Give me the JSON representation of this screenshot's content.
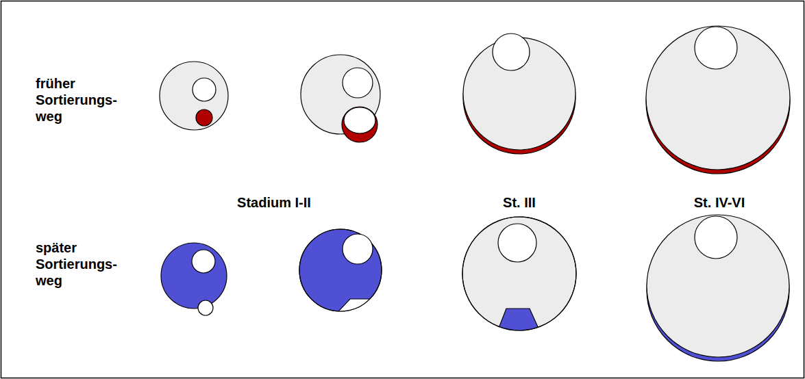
{
  "diagram": {
    "labels": [
      "früher Sortierungs- weg",
      "Stadium I-II",
      "St. III",
      "St. IV-VI",
      "später Sortierungs- weg"
    ]
  }
}
